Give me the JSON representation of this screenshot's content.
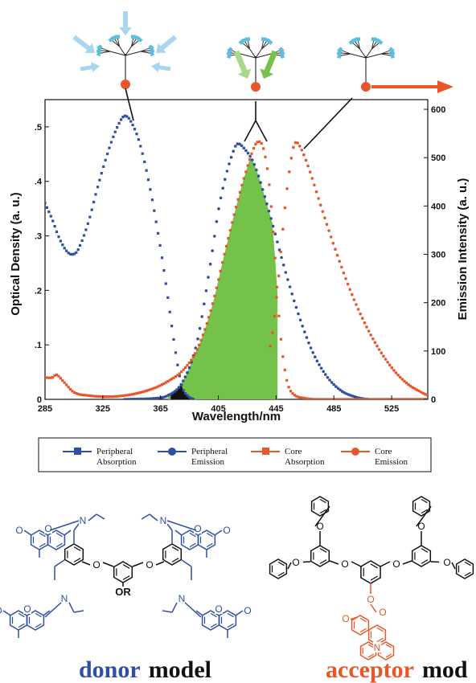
{
  "colors": {
    "blue": "#2e4fa3",
    "orange": "#e8562a",
    "green": "#74c24a",
    "cyan": "#5bbfe0",
    "lightblue": "#a9d6ee",
    "lightgreen": "#a8d98a",
    "black": "#111111"
  },
  "icons": [
    "dendrimer-donor-excitation-icon",
    "dendrimer-energy-transfer-icon",
    "dendrimer-core-emission-icon"
  ],
  "chart_data": {
    "type": "scatter",
    "xlabel": "Wavelength/nm",
    "ylabel_left": "Optical Density (a. u.)",
    "ylabel_right": "Emission Intensity (a. u.)",
    "xlim": [
      285,
      550
    ],
    "ylim_left": [
      0,
      0.55
    ],
    "ylim_right": [
      0,
      620
    ],
    "x_ticks": [
      285,
      325,
      365,
      405,
      445,
      485,
      525
    ],
    "y_left_ticks": [
      {
        "v": 0,
        "label": "0"
      },
      {
        "v": 0.1,
        "label": ".1"
      },
      {
        "v": 0.2,
        "label": ".2"
      },
      {
        "v": 0.3,
        "label": ".3"
      },
      {
        "v": 0.4,
        "label": ".4"
      },
      {
        "v": 0.5,
        "label": ".5"
      }
    ],
    "y_right_ticks": [
      0,
      100,
      200,
      300,
      400,
      500,
      600
    ],
    "grid": false,
    "legend_position": "bottom",
    "series": [
      {
        "name": "Peripheral Absorption",
        "axis": "left",
        "color": "#2e4fa3",
        "marker": "square",
        "points": [
          [
            285,
            0.36
          ],
          [
            290,
            0.33
          ],
          [
            295,
            0.295
          ],
          [
            300,
            0.272
          ],
          [
            304,
            0.266
          ],
          [
            308,
            0.275
          ],
          [
            315,
            0.325
          ],
          [
            322,
            0.395
          ],
          [
            330,
            0.465
          ],
          [
            336,
            0.505
          ],
          [
            340,
            0.52
          ],
          [
            344,
            0.512
          ],
          [
            350,
            0.475
          ],
          [
            356,
            0.41
          ],
          [
            362,
            0.325
          ],
          [
            368,
            0.225
          ],
          [
            373,
            0.13
          ],
          [
            377,
            0.06
          ],
          [
            380,
            0.022
          ],
          [
            384,
            0.006
          ],
          [
            388,
            0.0
          ]
        ]
      },
      {
        "name": "Peripheral Emission",
        "axis": "right",
        "color": "#2e4fa3",
        "marker": "circle",
        "points": [
          [
            340,
            0
          ],
          [
            360,
            2
          ],
          [
            370,
            8
          ],
          [
            380,
            35
          ],
          [
            390,
            115
          ],
          [
            400,
            290
          ],
          [
            405,
            390
          ],
          [
            410,
            460
          ],
          [
            415,
            510
          ],
          [
            418,
            528
          ],
          [
            422,
            522
          ],
          [
            430,
            485
          ],
          [
            440,
            390
          ],
          [
            450,
            280
          ],
          [
            460,
            180
          ],
          [
            470,
            100
          ],
          [
            480,
            48
          ],
          [
            490,
            18
          ],
          [
            500,
            5
          ],
          [
            510,
            0
          ],
          [
            550,
            0
          ]
        ]
      },
      {
        "name": "Core Absorption",
        "axis": "left",
        "color": "#e8562a",
        "marker": "square",
        "points": [
          [
            285,
            0.04
          ],
          [
            290,
            0.04
          ],
          [
            293,
            0.045
          ],
          [
            298,
            0.032
          ],
          [
            305,
            0.013
          ],
          [
            315,
            0.007
          ],
          [
            330,
            0.005
          ],
          [
            345,
            0.009
          ],
          [
            360,
            0.02
          ],
          [
            370,
            0.033
          ],
          [
            380,
            0.052
          ],
          [
            390,
            0.09
          ],
          [
            400,
            0.165
          ],
          [
            410,
            0.275
          ],
          [
            420,
            0.38
          ],
          [
            428,
            0.45
          ],
          [
            432,
            0.472
          ],
          [
            436,
            0.462
          ],
          [
            440,
            0.4
          ],
          [
            444,
            0.27
          ],
          [
            448,
            0.12
          ],
          [
            452,
            0.04
          ],
          [
            456,
            0.012
          ],
          [
            465,
            0.002
          ],
          [
            480,
            0.0
          ],
          [
            550,
            0.0
          ]
        ]
      },
      {
        "name": "Core Emission",
        "axis": "right",
        "color": "#e8562a",
        "marker": "circle",
        "points": [
          [
            441,
            110
          ],
          [
            443,
            150
          ],
          [
            446,
            230
          ],
          [
            449,
            330
          ],
          [
            452,
            420
          ],
          [
            455,
            490
          ],
          [
            458,
            530
          ],
          [
            462,
            520
          ],
          [
            468,
            475
          ],
          [
            476,
            400
          ],
          [
            486,
            310
          ],
          [
            496,
            228
          ],
          [
            506,
            160
          ],
          [
            516,
            105
          ],
          [
            526,
            62
          ],
          [
            536,
            32
          ],
          [
            546,
            14
          ],
          [
            550,
            8
          ]
        ]
      }
    ]
  },
  "legend": {
    "items": [
      {
        "line1": "Peripheral",
        "line2": "Absorption"
      },
      {
        "line1": "Peripheral",
        "line2": "Emission"
      },
      {
        "line1": "Core",
        "line2": "Absorption"
      },
      {
        "line1": "Core",
        "line2": "Emission"
      }
    ]
  },
  "structures": {
    "donor_label_colored": "donor",
    "donor_label_plain": "model",
    "acceptor_label_colored": "acceptor",
    "acceptor_label_plain": "mod",
    "or_label": "OR",
    "atoms": {
      "O": "O",
      "N": "N"
    }
  }
}
